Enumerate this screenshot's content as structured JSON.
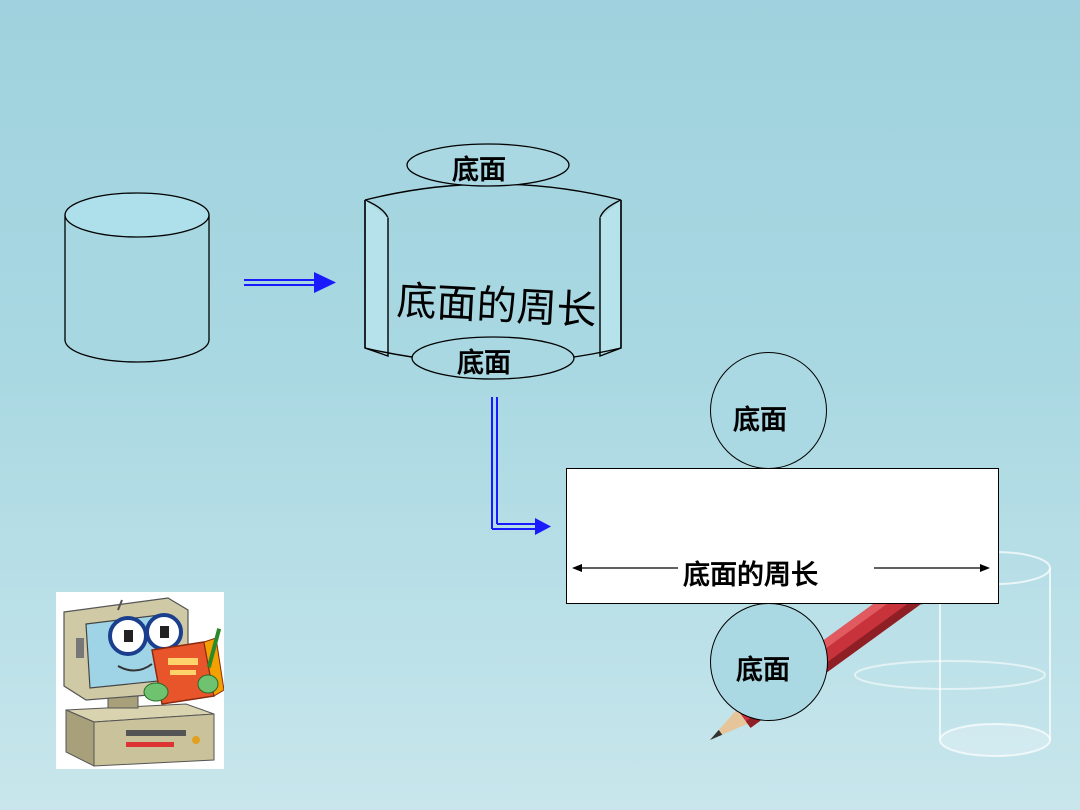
{
  "labels": {
    "top_base": "底面",
    "side_circumference": "底面的周长",
    "bottom_base": "底面",
    "net_top_base": "底面",
    "net_circumference": "底面的周长",
    "net_bottom_base": "底面"
  },
  "icons": [
    "cylinder-icon",
    "right-arrow-icon",
    "curled-lateral-surface-icon",
    "down-right-arrow-icon",
    "computer-mascot-icon",
    "pencil-icon"
  ],
  "colors": {
    "arrow": "#1a1aff",
    "stroke": "#000000",
    "cylinder_fill": "#a7d7e1",
    "background_top": "#9fd2de",
    "background_bottom": "#c8e6ec"
  }
}
